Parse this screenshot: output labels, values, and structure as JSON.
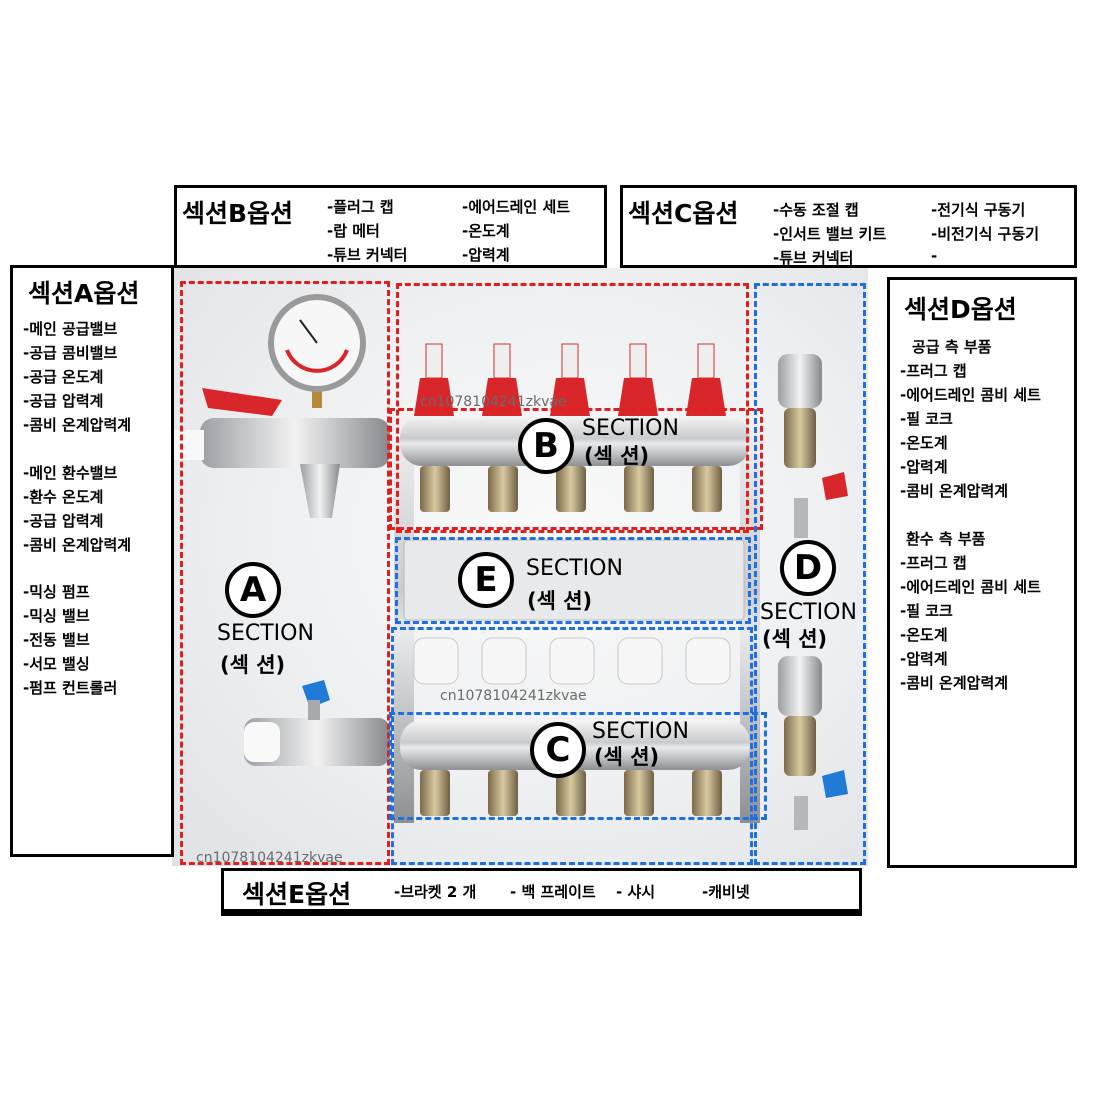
{
  "section_b_box": {
    "title": "섹션B옵션",
    "items": [
      "-플러그 캡",
      "-에어드레인 세트",
      "-랍 메터",
      "-온도계",
      "-튜브 커넥터",
      "-압력계"
    ]
  },
  "section_c_box": {
    "title": "섹션C옵션",
    "items": [
      "-수동 조절 캡",
      "-전기식 구동기",
      "-인서트 밸브 키트",
      "-비전기식 구동기",
      "-튜브 커넥터",
      "-"
    ]
  },
  "section_a_box": {
    "title": "섹션A옵션",
    "items": [
      "-메인 공급밸브",
      "-공급 콤비밸브",
      "-공급 온도계",
      "-공급 압력계",
      "-콤비 온계압력계",
      "-메인 환수밸브",
      "-환수 온도계",
      "-공급 압력계",
      "-콤비 온계압력계",
      "-믹싱 펌프",
      "-믹싱 밸브",
      "-전동 밸브",
      "-서모 밸싱",
      "-펌프 컨트롤러"
    ]
  },
  "section_d_box": {
    "title": "섹션D옵션",
    "supply_header": "공급 측 부품",
    "supply_items": [
      "-프러그 캡",
      "-에어드레인 콤비 세트",
      "-필 코크",
      "-온도계",
      "-압력계",
      "-콤비 온계압력계"
    ],
    "return_header": "환수 측 부품",
    "return_items": [
      "-프러그 캡",
      "-에어드레인 콤비 세트",
      "-필 코크",
      "-온도계",
      "-압력계",
      "-콤비 온계압력계"
    ]
  },
  "section_e_box": {
    "title": "섹션E옵션",
    "items": [
      "-브라켓 2 개",
      "- 백 프레이트",
      "- 샤시",
      "-캐비넷"
    ]
  },
  "regions": {
    "a": {
      "letter": "A",
      "title": "SECTION",
      "sub": "(섹 션)"
    },
    "b": {
      "letter": "B",
      "title": "SECTION",
      "sub": "(섹 션)"
    },
    "c": {
      "letter": "C",
      "title": "SECTION",
      "sub": "(섹 션)"
    },
    "d": {
      "letter": "D",
      "title": "SECTION",
      "sub": "(섹 션)"
    },
    "e": {
      "letter": "E",
      "title": "SECTION",
      "sub": "(섹 션)"
    }
  },
  "watermarks": [
    "cn1078104241zkvae",
    "cn1078104241zkvae",
    "cn1078104241zkvae"
  ],
  "colors": {
    "red_dash": "#e02020",
    "blue_dash": "#1f6fe0"
  }
}
